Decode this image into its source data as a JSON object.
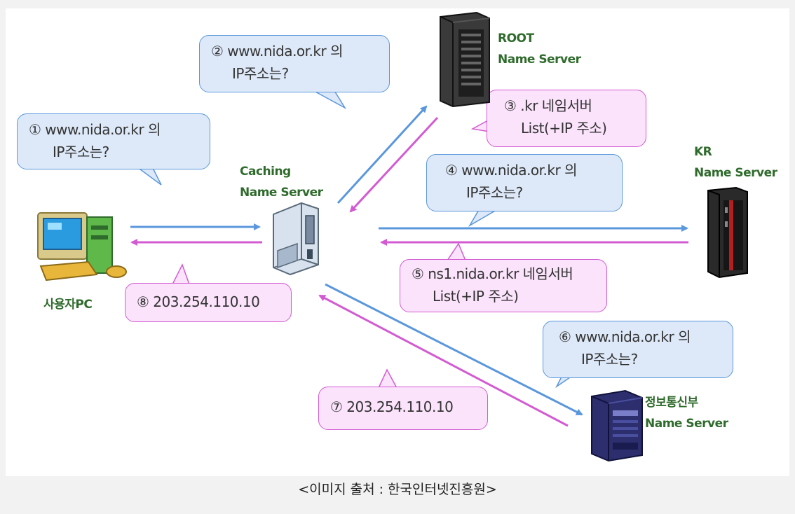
{
  "bubbles": {
    "q1": {
      "line1": "① www.nida.or.kr 의",
      "line2": "IP주소는?"
    },
    "q2": {
      "line1": "② www.nida.or.kr 의",
      "line2": "IP주소는?"
    },
    "r3": {
      "line1": "③ .kr 네임서버",
      "line2": "List(+IP 주소)"
    },
    "q4": {
      "line1": "④ www.nida.or.kr 의",
      "line2": "IP주소는?"
    },
    "r5": {
      "line1": "⑤ ns1.nida.or.kr 네임서버",
      "line2": "List(+IP 주소)"
    },
    "q6": {
      "line1": "⑥ www.nida.or.kr 의",
      "line2": "IP주소는?"
    },
    "r7": {
      "line1": "⑦ 203.254.110.10"
    },
    "r8": {
      "line1": "⑧ 203.254.110.10"
    }
  },
  "nodes": {
    "pc": {
      "label": "사용자PC",
      "icon": "pc-icon"
    },
    "caching": {
      "line1": "Caching",
      "line2": "Name Server",
      "icon": "server-icon"
    },
    "root": {
      "line1": "ROOT",
      "line2": "Name Server",
      "icon": "rack-server-icon"
    },
    "kr": {
      "line1": "KR",
      "line2": "Name Server",
      "icon": "rack-server-icon"
    },
    "gov": {
      "line1": "정보통신부",
      "line2": "Name Server",
      "icon": "server-icon"
    }
  },
  "caption": "<이미지 출처 : 한국인터넷진흥원>",
  "colors": {
    "query": "#5b97dc",
    "response": "#d25bd2",
    "label": "#2f6b2c"
  }
}
